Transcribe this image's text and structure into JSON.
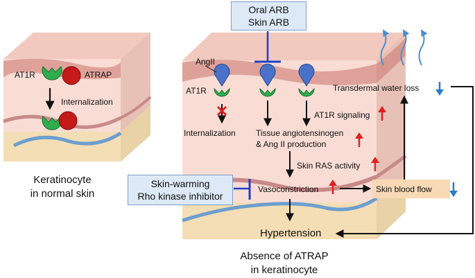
{
  "normal_panel": {
    "receptor_label": "AT1R",
    "partner_label": "ATRAP",
    "process_label": "Internalization",
    "caption_line1": "Keratinocyte",
    "caption_line2": "in normal skin"
  },
  "blocker_top": {
    "line1": "Oral ARB",
    "line2": "Skin ARB"
  },
  "blocker_left": {
    "line1": "Skin-warming",
    "line2": "Rho kinase inhibitor"
  },
  "absence_panel": {
    "ligand_label": "AngII",
    "receptor_label": "AT1R",
    "blocked_label": "Internalization",
    "signaling_label": "AT1R signaling",
    "production_line1": "Tissue angiotensinogen",
    "production_line2": "& Ang II production",
    "ras_label": "Skin RAS activity",
    "vaso_label": "Vasoconstriction",
    "blood_flow_label": "Skin blood flow",
    "water_loss_label": "Transdermal water loss",
    "outcome_label": "Hypertension",
    "caption_line1": "Absence of ATRAP",
    "caption_line2": "in keratinocyte"
  },
  "colors": {
    "increase_arrow": "#e02020",
    "decrease_arrow": "#2a7cc7",
    "inhibitor_bar": "#1f3fc8",
    "receptor": "#2fae4e",
    "partner": "#c41a1a",
    "ligand": "#4a72c8"
  }
}
